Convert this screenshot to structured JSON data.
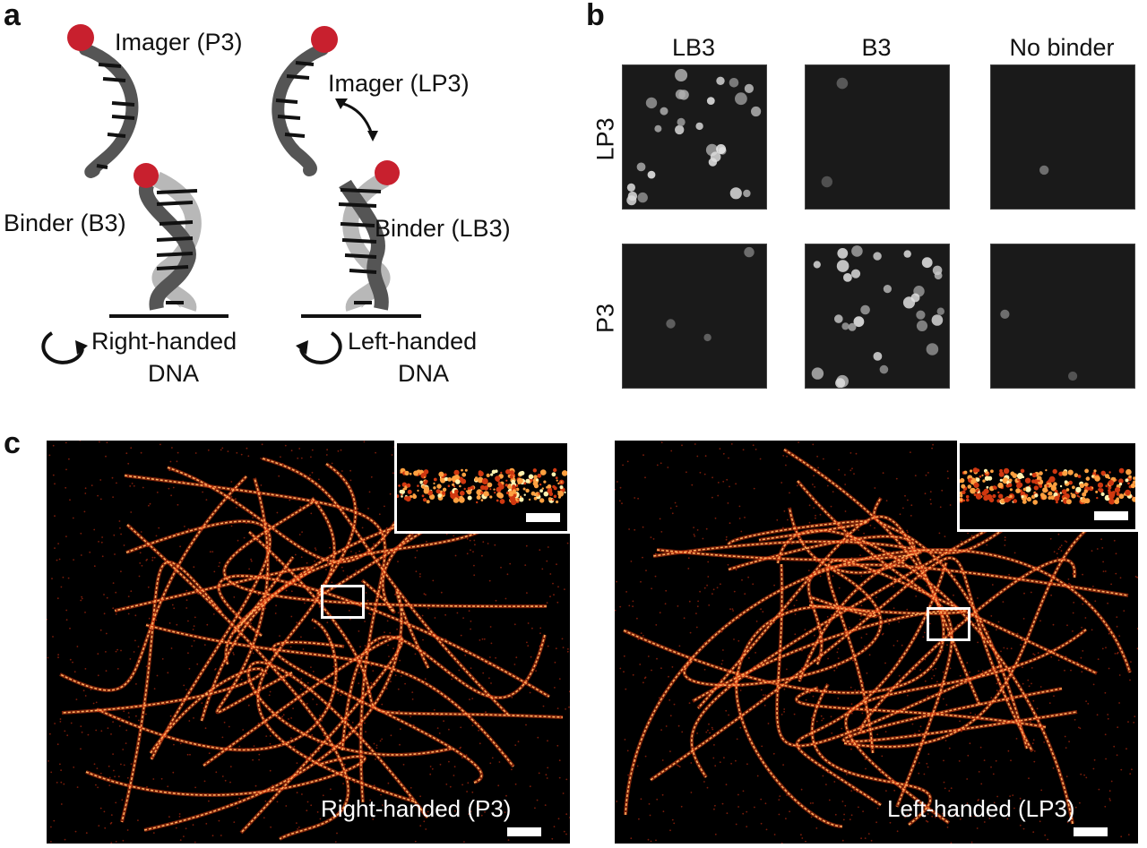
{
  "panel_a": {
    "letter": "a",
    "imager_p3": "Imager (P3)",
    "imager_lp3": "Imager (LP3)",
    "binder_b3": "Binder (B3)",
    "binder_lb3": "Binder (LB3)",
    "right_handed_line1": "Right-handed",
    "right_handed_line2": "DNA",
    "left_handed_line1": "Left-handed",
    "left_handed_line2": "DNA",
    "colors": {
      "dye": "#c8202e",
      "strand_dark": "#555555",
      "strand_light": "#b8b8b8"
    }
  },
  "panel_b": {
    "letter": "b",
    "columns": [
      "LB3",
      "B3",
      "No binder"
    ],
    "rows": [
      "LP3",
      "P3"
    ]
  },
  "panel_c": {
    "letter": "c",
    "left_caption": "Right-handed (P3)",
    "right_caption": "Left-handed (LP3)",
    "colors": {
      "filament": "#ffb060",
      "glow": "#e03c10"
    }
  }
}
